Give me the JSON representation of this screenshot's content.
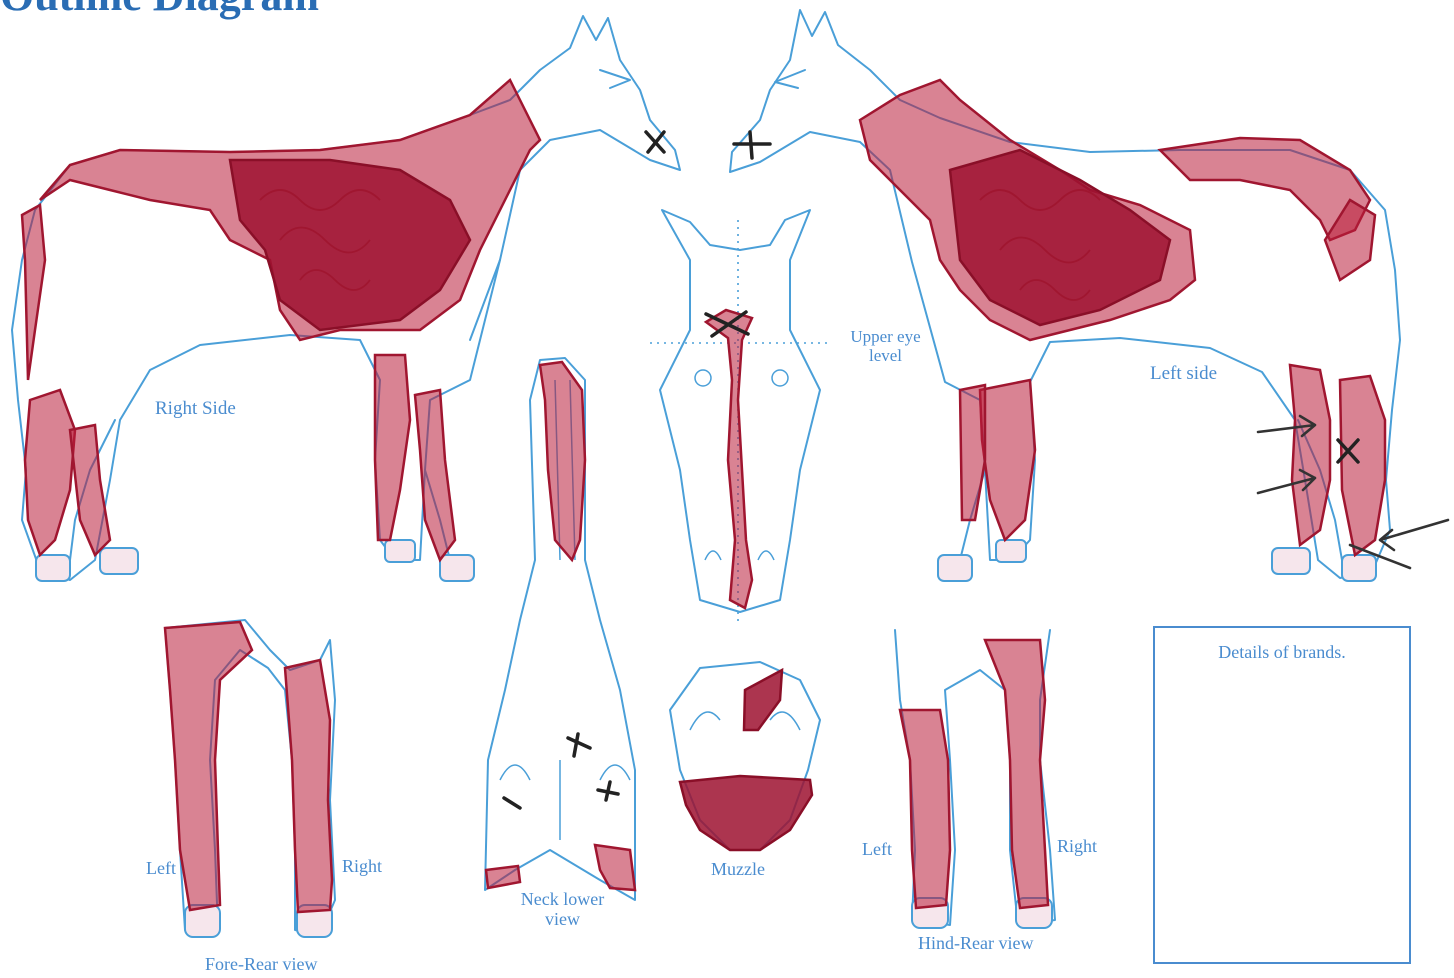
{
  "title": "Outline Diagram",
  "labels": {
    "right_side": "Right Side",
    "left_side": "Left side",
    "upper_eye_level": "Upper eye level",
    "fore_rear_view": "Fore-Rear view",
    "fore_left": "Left",
    "fore_right": "Right",
    "neck_lower_view": "Neck lower view",
    "muzzle": "Muzzle",
    "hind_left": "Left",
    "hind_right": "Right",
    "hind_rear_view": "Hind-Rear view",
    "brands_box": "Details of brands."
  },
  "colors": {
    "outline": "#4a9fd8",
    "label_text": "#4a8ccf",
    "markings": "#b91d3b",
    "annotation_ink": "#222222"
  }
}
